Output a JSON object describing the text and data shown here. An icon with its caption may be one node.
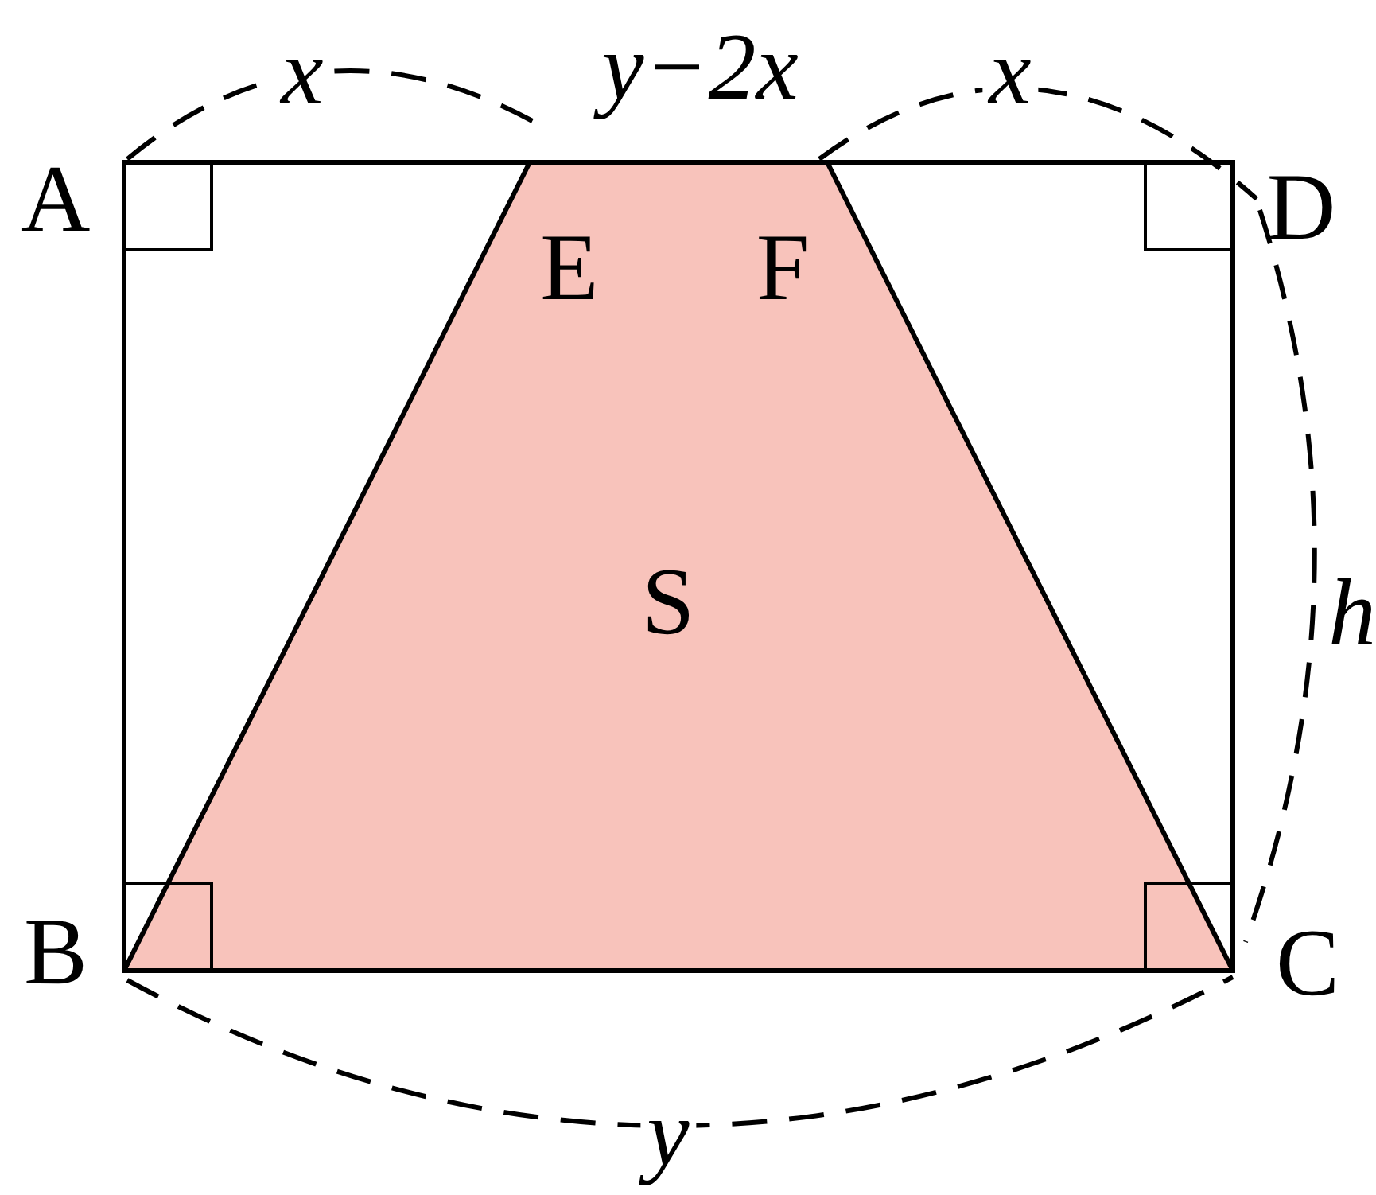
{
  "diagram": {
    "nodes": [
      {
        "text": [
          "S"
        ]
      }
    ],
    "labels": [
      "A",
      "D",
      "E",
      "F",
      "B",
      "C",
      "x",
      "y−2x",
      "x",
      "h",
      "y"
    ]
  }
}
